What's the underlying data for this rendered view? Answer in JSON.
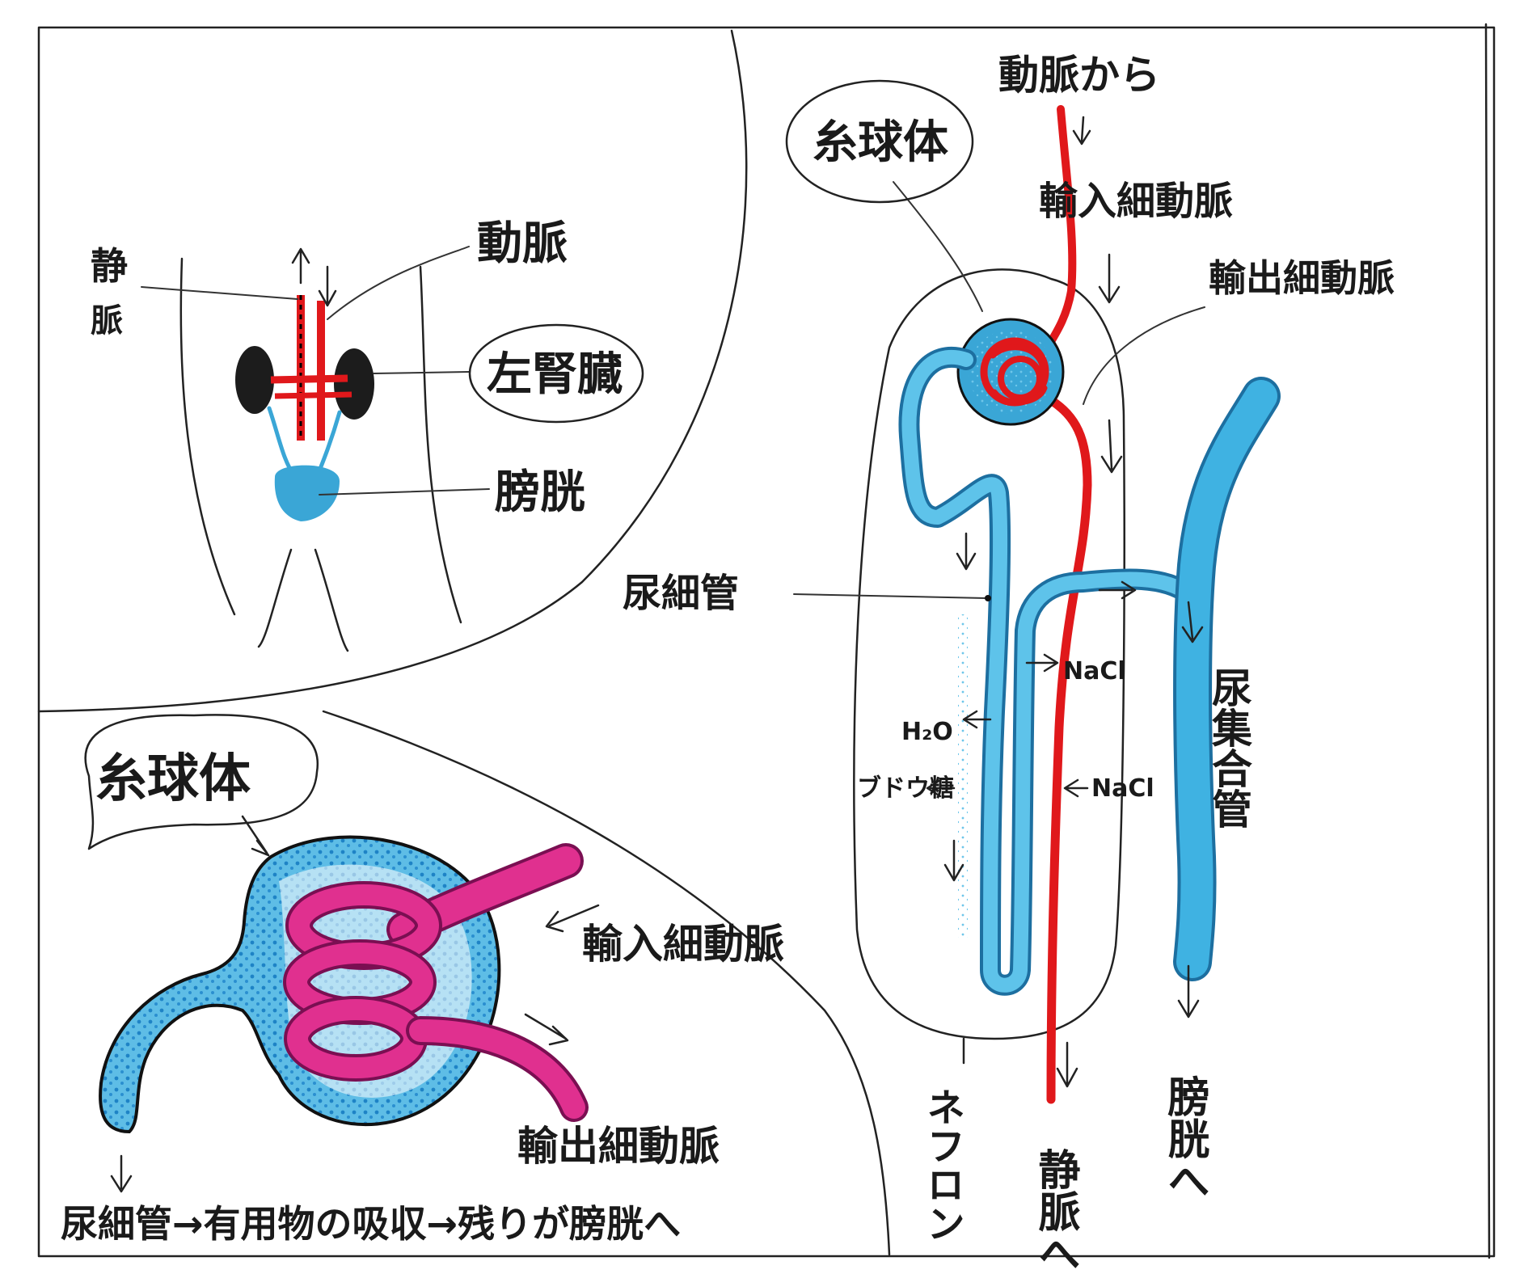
{
  "colors": {
    "artery_red": "#e0181b",
    "tubule_blue": "#3aa6d6",
    "tubule_blue_light": "#8fd0ee",
    "capillary_pink": "#e0308f",
    "ink": "#1a1a1a"
  },
  "panel_body": {
    "vein_label": "静脈",
    "artery_label": "動脈",
    "left_kidney_label": "左腎臓",
    "bladder_label": "膀胱"
  },
  "panel_glomerulus": {
    "title": "糸球体",
    "afferent_label": "輸入細動脈",
    "efferent_label": "輸出細動脈",
    "flow_note": "尿細管→有用物の吸収→残りが膀胱へ"
  },
  "panel_nephron": {
    "from_artery_label": "動脈から",
    "glomerulus_label": "糸球体",
    "afferent_label": "輸入細動脈",
    "efferent_label": "輸出細動脈",
    "tubule_label": "尿細管",
    "collecting_duct_label": "尿集合管",
    "water_label": "H₂O",
    "glucose_label": "ブドウ糖",
    "nacl_label_1": "NaCl",
    "nacl_label_2": "NaCl",
    "nephron_label": "ネフロン",
    "vein_label": "静脈へ",
    "to_bladder_label": "膀胱へ"
  }
}
